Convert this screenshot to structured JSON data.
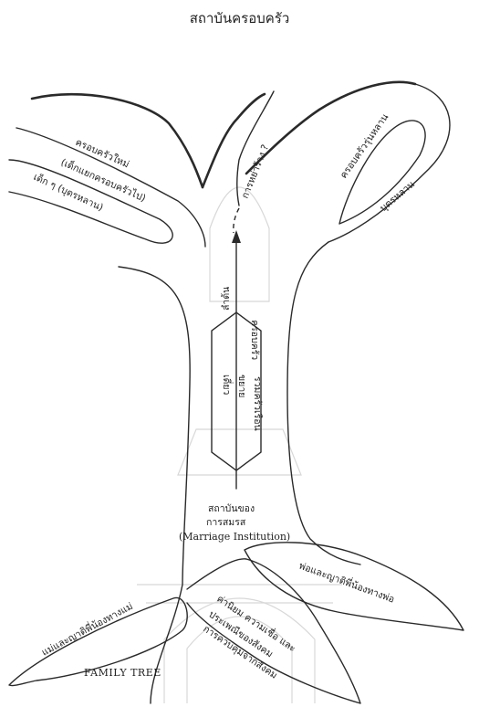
{
  "title": "สถาบันครอบครัว",
  "labels": {
    "new_family": "ครอบครัวใหม่",
    "new_family_sub": "(เด็กแยกครอบครัวไป)",
    "divorce": "การหย่าร้าง ?",
    "grandchildren_generation": "ครอบครัวรุ่นหลาน",
    "grandchildren": "บุตรหลาน",
    "children": "เด็ก ๆ (บุตรหลาน)",
    "family_trunk": "ลำต้น",
    "family_word": "ครอบครัว",
    "single": "เดี่ยว",
    "extended": "ขยาย",
    "joint_household": "รวมครัวเรือน",
    "marriage_thai_1": "สถาบันของ",
    "marriage_thai_2": "การสมรส",
    "marriage_en": "(Marriage Institution)",
    "fathers_relatives": "พ่อและญาติพี่น้องทางพ่อ",
    "mothers_relatives": "แม่และญาติพี่น้องทางแม่",
    "values_line_1": "ค่านิยม ความเชื่อ และ",
    "values_line_2": "ประเพณีของสังคม",
    "values_line_3": "การควบคุมจากสังคม",
    "family_tree": "FAMILY TREE"
  }
}
